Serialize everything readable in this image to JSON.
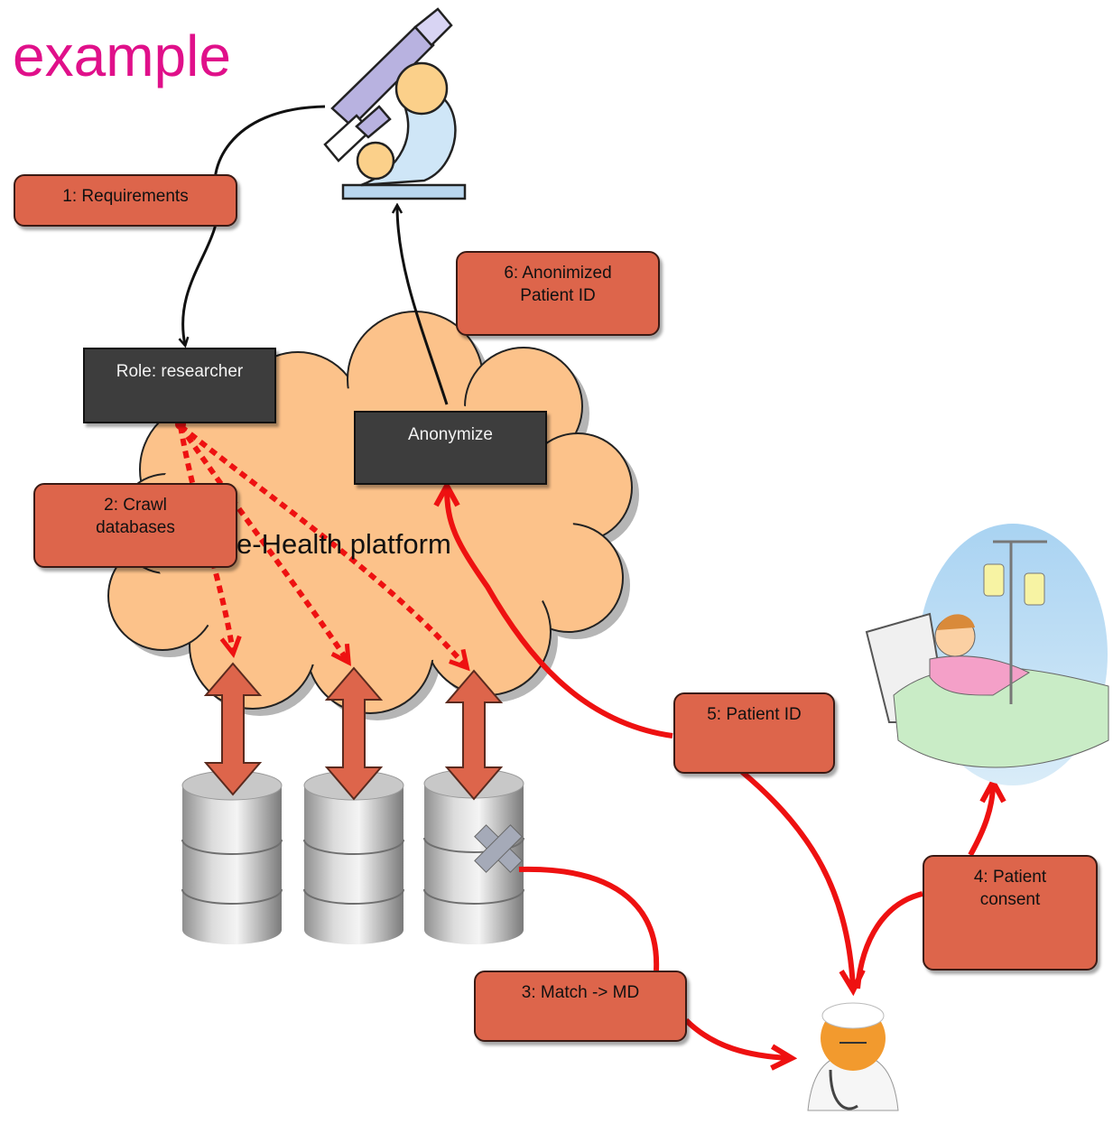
{
  "title": "example",
  "platform": {
    "label": "e-Health platform"
  },
  "roles": {
    "researcher": "Role: researcher",
    "anonymize": "Anonymize"
  },
  "steps": {
    "s1": "1: Requirements",
    "s2_line1": "2: Crawl",
    "s2_line2": "databases",
    "s3": "3: Match -> MD",
    "s4_line1": "4: Patient",
    "s4_line2": "consent",
    "s5": "5: Patient  ID",
    "s6_line1": "6: Anonimized",
    "s6_line2": "Patient  ID"
  },
  "icons": [
    "microscope-icon",
    "database-icon",
    "database-icon",
    "database-icon",
    "broken-x-icon",
    "patient-in-bed-icon",
    "doctor-icon"
  ],
  "colors": {
    "title": "#e0108a",
    "step_box": "#dd654b",
    "role_box": "#3d3d3d",
    "cloud": "#fcc28a",
    "arrow_red": "#ee1111",
    "arrow_black": "#111111"
  }
}
